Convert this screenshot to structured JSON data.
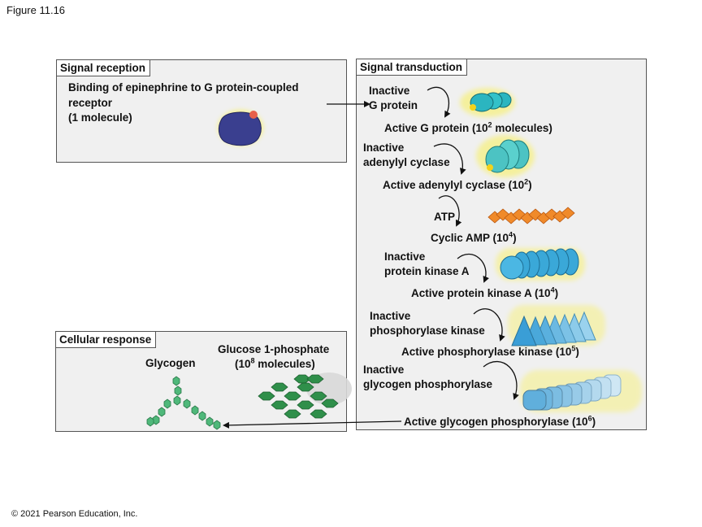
{
  "figure_label": "Figure 11.16",
  "copyright": "© 2021 Pearson Education, Inc.",
  "signal_reception": {
    "header": "Signal reception",
    "line1": "Binding of epinephrine to G protein-coupled",
    "line2": "receptor",
    "line3": "(1 molecule)"
  },
  "signal_transduction": {
    "header": "Signal transduction",
    "steps": [
      {
        "inactive_line1": "Inactive",
        "inactive_line2": "G protein",
        "active_text": "Active G protein (10",
        "exp": "2",
        "tail": " molecules)"
      },
      {
        "inactive_line1": "Inactive",
        "inactive_line2": "adenylyl cyclase",
        "active_text": "Active adenylyl cyclase (10",
        "exp": "2",
        "tail": ")"
      },
      {
        "inactive_line1": "ATP",
        "inactive_line2": "",
        "active_text": "Cyclic AMP (10",
        "exp": "4",
        "tail": ")"
      },
      {
        "inactive_line1": "Inactive",
        "inactive_line2": "protein kinase A",
        "active_text": "Active protein kinase A (10",
        "exp": "4",
        "tail": ")"
      },
      {
        "inactive_line1": "Inactive",
        "inactive_line2": "phosphorylase kinase",
        "active_text": "Active phosphorylase kinase (10",
        "exp": "5",
        "tail": ")"
      },
      {
        "inactive_line1": "Inactive",
        "inactive_line2": "glycogen phosphorylase",
        "active_text": "Active glycogen phosphorylase (10",
        "exp": "6",
        "tail": ")"
      }
    ]
  },
  "cellular_response": {
    "header": "Cellular response",
    "glycogen_label": "Glycogen",
    "glucose_line1": "Glucose 1-phosphate",
    "glucose_line2_pre": "(10",
    "glucose_exp": "8",
    "glucose_line2_post": " molecules)"
  },
  "colors": {
    "receptor": "#3a3f8f",
    "g_protein": "#2bb5c0",
    "adenylyl_cyclase": "#4cc3c3",
    "camp": "#f08a2a",
    "pka": "#3aa8d8",
    "phosphorylase_kinase": "#5ab0e0",
    "glycogen_phosphorylase": "#8fc8e8",
    "glucose": "#2f8f4a",
    "glow": "#f7f07a"
  }
}
